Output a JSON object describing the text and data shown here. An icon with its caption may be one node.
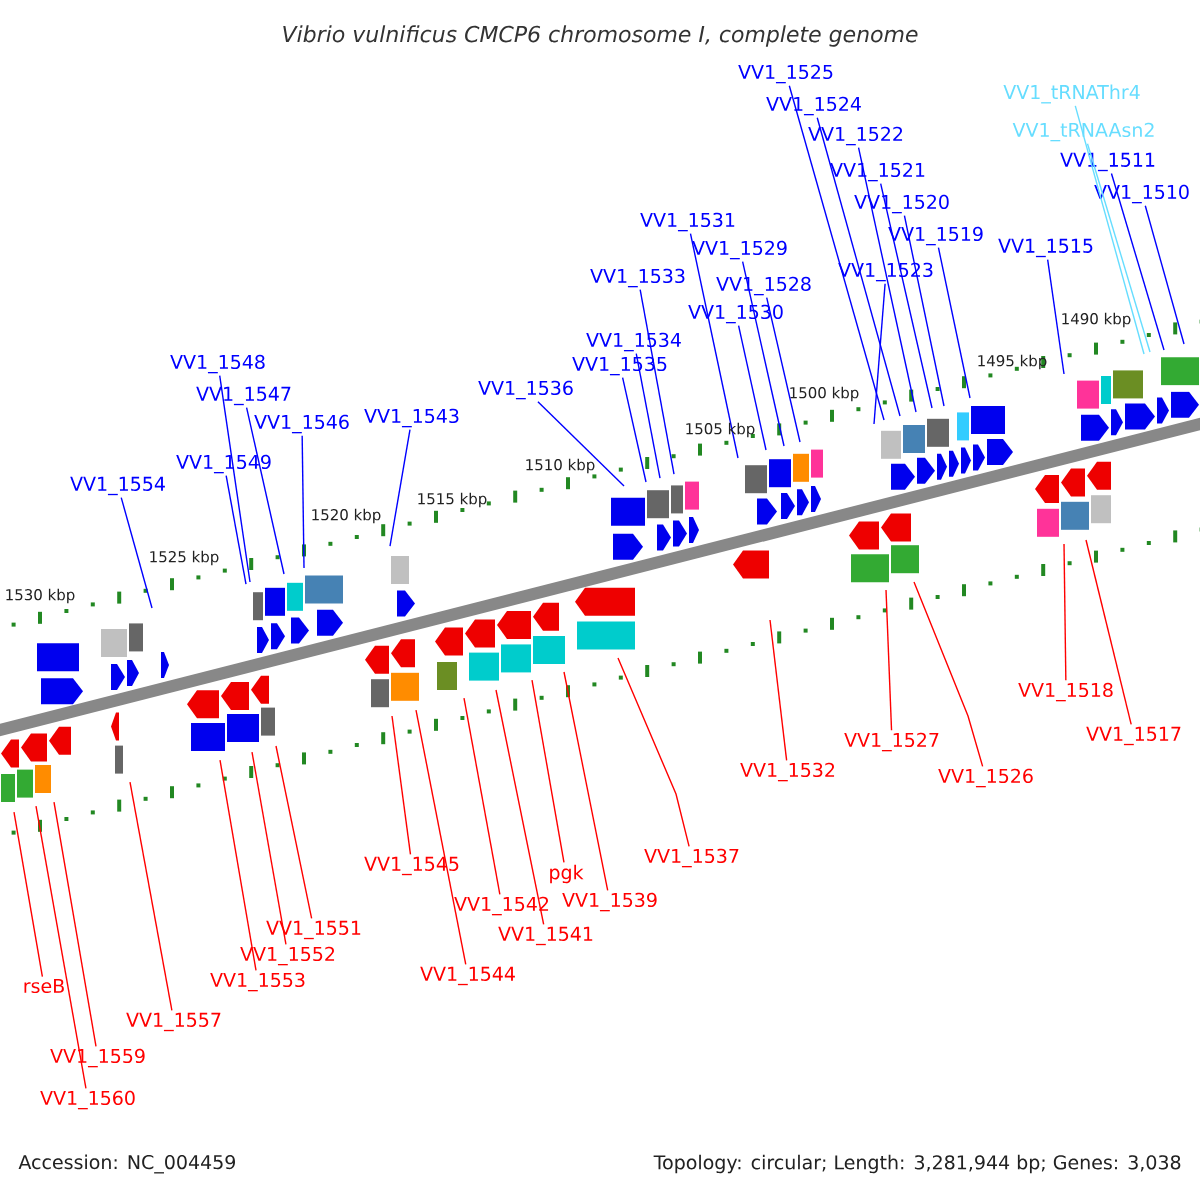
{
  "diagram": {
    "title": "Vibrio vulnificus CMCP6 chromosome I, complete genome",
    "nodes": [
      {
        "text": [
          "VV1_1525"
        ]
      },
      {
        "text": [
          "VV1_tRNAThr4"
        ]
      },
      {
        "text": [
          "VV1_1524"
        ]
      },
      {
        "text": [
          "VV1_tRNAAsn2"
        ]
      },
      {
        "text": [
          "VV1_1522"
        ]
      },
      {
        "text": [
          "VV1_1511"
        ]
      },
      {
        "text": [
          "VV1_1521"
        ]
      },
      {
        "text": [
          "VV1_1510"
        ]
      },
      {
        "text": [
          "VV1_1520"
        ]
      },
      {
        "text": [
          "VV1_1531"
        ]
      },
      {
        "text": [
          "VV1_1519"
        ]
      },
      {
        "text": [
          "VV1_1515"
        ]
      },
      {
        "text": [
          "VV1_1529"
        ]
      },
      {
        "text": [
          "VV1_1523"
        ]
      },
      {
        "text": [
          "VV1_1533"
        ]
      },
      {
        "text": [
          "VV1_1528"
        ]
      },
      {
        "text": [
          "VV1_1530"
        ]
      },
      {
        "text": [
          "VV1_1534"
        ]
      },
      {
        "text": [
          "VV1_1548"
        ]
      },
      {
        "text": [
          "VV1_1535"
        ]
      },
      {
        "text": [
          "VV1_1536"
        ]
      },
      {
        "text": [
          "VV1_1547"
        ]
      },
      {
        "text": [
          "VV1_1543"
        ]
      },
      {
        "text": [
          "VV1_1546"
        ]
      },
      {
        "text": [
          "VV1_1549"
        ]
      },
      {
        "text": [
          "VV1_1554"
        ]
      },
      {
        "text": [
          "VV1_1518"
        ]
      },
      {
        "text": [
          "VV1_1517"
        ]
      },
      {
        "text": [
          "VV1_1527"
        ]
      },
      {
        "text": [
          "VV1_1532"
        ]
      },
      {
        "text": [
          "VV1_1526"
        ]
      },
      {
        "text": [
          "VV1_1537"
        ]
      },
      {
        "text": [
          "VV1_1545"
        ]
      },
      {
        "text": [
          "pgk"
        ]
      },
      {
        "text": [
          "VV1_1539"
        ]
      },
      {
        "text": [
          "VV1_1542"
        ]
      },
      {
        "text": [
          "VV1_1551"
        ]
      },
      {
        "text": [
          "VV1_1541"
        ]
      },
      {
        "text": [
          "VV1_1552"
        ]
      },
      {
        "text": [
          "VV1_1544"
        ]
      },
      {
        "text": [
          "VV1_1553"
        ]
      },
      {
        "text": [
          "rseB"
        ]
      },
      {
        "text": [
          "VV1_1557"
        ]
      },
      {
        "text": [
          "VV1_1559"
        ]
      },
      {
        "text": [
          "VV1_1560"
        ]
      }
    ],
    "edges": [
      {
        "from": 0,
        "to": null,
        "arrow": "none"
      },
      {
        "from": 1,
        "to": null,
        "arrow": "none",
        "color": "#66ddff"
      },
      {
        "from": 2,
        "to": null,
        "arrow": "none"
      },
      {
        "from": 3,
        "to": null,
        "arrow": "none",
        "color": "#66ddff"
      },
      {
        "from": 4,
        "to": null,
        "arrow": "none"
      },
      {
        "from": 5,
        "to": null,
        "arrow": "none"
      },
      {
        "from": 6,
        "to": null,
        "arrow": "none"
      },
      {
        "from": 7,
        "to": null,
        "arrow": "none"
      },
      {
        "from": 8,
        "to": null,
        "arrow": "none"
      },
      {
        "from": 9,
        "to": null,
        "arrow": "none"
      },
      {
        "from": 10,
        "to": null,
        "arrow": "none"
      },
      {
        "from": 11,
        "to": null,
        "arrow": "none"
      },
      {
        "from": 12,
        "to": null,
        "arrow": "none"
      },
      {
        "from": 13,
        "to": null,
        "arrow": "none"
      },
      {
        "from": 14,
        "to": null,
        "arrow": "none"
      },
      {
        "from": 15,
        "to": null,
        "arrow": "none"
      },
      {
        "from": 16,
        "to": null,
        "arrow": "none"
      },
      {
        "from": 17,
        "to": null,
        "arrow": "none"
      },
      {
        "from": 18,
        "to": null,
        "arrow": "none"
      },
      {
        "from": 19,
        "to": null,
        "arrow": "none"
      },
      {
        "from": 20,
        "to": null,
        "arrow": "none"
      },
      {
        "from": 21,
        "to": null,
        "arrow": "none"
      },
      {
        "from": 22,
        "to": null,
        "arrow": "none"
      },
      {
        "from": 23,
        "to": null,
        "arrow": "none"
      },
      {
        "from": 24,
        "to": null,
        "arrow": "none"
      },
      {
        "from": 25,
        "to": null,
        "arrow": "none"
      },
      {
        "from": 26,
        "to": null,
        "arrow": "none",
        "color": "#ff0000"
      },
      {
        "from": 27,
        "to": null,
        "arrow": "none",
        "color": "#ff0000"
      },
      {
        "from": 28,
        "to": null,
        "arrow": "none",
        "color": "#ff0000"
      },
      {
        "from": 29,
        "to": null,
        "arrow": "none",
        "color": "#ff0000"
      },
      {
        "from": 30,
        "to": null,
        "arrow": "none",
        "color": "#ff0000"
      },
      {
        "from": 31,
        "to": null,
        "arrow": "none",
        "color": "#ff0000"
      },
      {
        "from": 32,
        "to": null,
        "arrow": "none",
        "color": "#ff0000"
      },
      {
        "from": 33,
        "to": null,
        "arrow": "none",
        "color": "#ff0000"
      },
      {
        "from": 34,
        "to": null,
        "arrow": "none",
        "color": "#ff0000"
      },
      {
        "from": 35,
        "to": null,
        "arrow": "none",
        "color": "#ff0000"
      },
      {
        "from": 36,
        "to": null,
        "arrow": "none",
        "color": "#ff0000"
      },
      {
        "from": 37,
        "to": null,
        "arrow": "none",
        "color": "#ff0000"
      },
      {
        "from": 38,
        "to": null,
        "arrow": "none",
        "color": "#ff0000"
      },
      {
        "from": 39,
        "to": null,
        "arrow": "none",
        "color": "#ff0000"
      },
      {
        "from": 40,
        "to": null,
        "arrow": "none",
        "color": "#ff0000"
      },
      {
        "from": 41,
        "to": null,
        "arrow": "none",
        "color": "#ff0000"
      },
      {
        "from": 42,
        "to": null,
        "arrow": "none",
        "color": "#ff0000"
      },
      {
        "from": 43,
        "to": null,
        "arrow": "none",
        "color": "#ff0000"
      },
      {
        "from": 44,
        "to": null,
        "arrow": "none",
        "color": "#ff0000"
      }
    ],
    "labels": [
      "1490 kbp",
      "1495 kbp",
      "1500 kbp",
      "1505 kbp",
      "1510 kbp",
      "1515 kbp",
      "1520 kbp",
      "1525 kbp",
      "1530 kbp",
      "Accession: NC_004459",
      "Topology: circular; Length: 3,281,944 bp; Genes: 3,038"
    ]
  }
}
